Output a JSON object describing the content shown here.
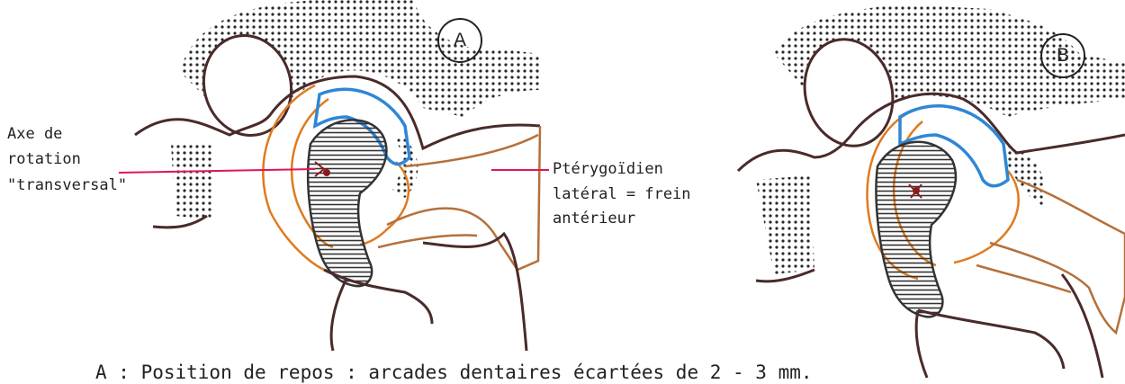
{
  "panel_a": {
    "letter": "A"
  },
  "panel_b": {
    "letter": "B"
  },
  "labels": {
    "axis_line1": "Axe de",
    "axis_line2": "rotation",
    "axis_line3": "\"transversal\"",
    "muscle_line1": "Ptérygoïdien",
    "muscle_line2": "latéral = frein",
    "muscle_line3": "antérieur"
  },
  "caption": "A : Position de repos : arcades dentaires écartées de 2 - 3 mm.",
  "colors": {
    "bone_outline": "#4a2a2a",
    "disc": "#2f86d6",
    "ligament": "#e07a1e",
    "muscle": "#b5703a",
    "pointer": "#e0145c",
    "axis_mark": "#8b1a1a",
    "condyle_fill": "#555555"
  }
}
